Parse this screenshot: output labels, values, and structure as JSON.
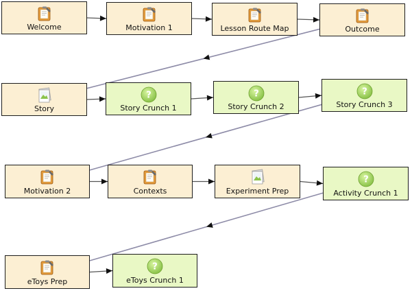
{
  "colors": {
    "page_fill": "#fcefd3",
    "quiz_fill": "#e9f8c5",
    "border": "#1c1c1c",
    "wrap_line": "#8e8ca8",
    "quiz_green": "#8bc34a"
  },
  "nodes": [
    {
      "id": "welcome",
      "label": "Welcome",
      "kind": "page",
      "icon": "notepad-icon"
    },
    {
      "id": "motivation-1",
      "label": "Motivation 1",
      "kind": "page",
      "icon": "notepad-icon"
    },
    {
      "id": "lesson-route-map",
      "label": "Lesson Route Map",
      "kind": "page",
      "icon": "notepad-icon"
    },
    {
      "id": "outcome",
      "label": "Outcome",
      "kind": "page",
      "icon": "notepad-icon"
    },
    {
      "id": "story",
      "label": "Story",
      "kind": "page",
      "icon": "image-icon"
    },
    {
      "id": "story-crunch-1",
      "label": "Story Crunch 1",
      "kind": "quiz",
      "icon": "question-icon"
    },
    {
      "id": "story-crunch-2",
      "label": "Story Crunch 2",
      "kind": "quiz",
      "icon": "question-icon"
    },
    {
      "id": "story-crunch-3",
      "label": "Story Crunch 3",
      "kind": "quiz",
      "icon": "question-icon"
    },
    {
      "id": "motivation-2",
      "label": "Motivation 2",
      "kind": "page",
      "icon": "notepad-icon"
    },
    {
      "id": "contexts",
      "label": "Contexts",
      "kind": "page",
      "icon": "notepad-icon"
    },
    {
      "id": "experiment-prep",
      "label": "Experiment Prep",
      "kind": "page",
      "icon": "image-icon"
    },
    {
      "id": "activity-crunch-1",
      "label": "Activity Crunch 1",
      "kind": "quiz",
      "icon": "question-icon"
    },
    {
      "id": "etoys-prep",
      "label": "eToys Prep",
      "kind": "page",
      "icon": "notepad-icon"
    },
    {
      "id": "etoys-crunch-1",
      "label": "eToys Crunch 1",
      "kind": "quiz",
      "icon": "question-icon"
    }
  ],
  "links": [
    {
      "from": "welcome",
      "to": "motivation-1"
    },
    {
      "from": "motivation-1",
      "to": "lesson-route-map"
    },
    {
      "from": "lesson-route-map",
      "to": "outcome"
    },
    {
      "from": "outcome",
      "to": "story"
    },
    {
      "from": "story",
      "to": "story-crunch-1"
    },
    {
      "from": "story-crunch-1",
      "to": "story-crunch-2"
    },
    {
      "from": "story-crunch-2",
      "to": "story-crunch-3"
    },
    {
      "from": "story-crunch-3",
      "to": "motivation-2"
    },
    {
      "from": "motivation-2",
      "to": "contexts"
    },
    {
      "from": "contexts",
      "to": "experiment-prep"
    },
    {
      "from": "experiment-prep",
      "to": "activity-crunch-1"
    },
    {
      "from": "activity-crunch-1",
      "to": "etoys-prep"
    },
    {
      "from": "etoys-prep",
      "to": "etoys-crunch-1"
    }
  ]
}
